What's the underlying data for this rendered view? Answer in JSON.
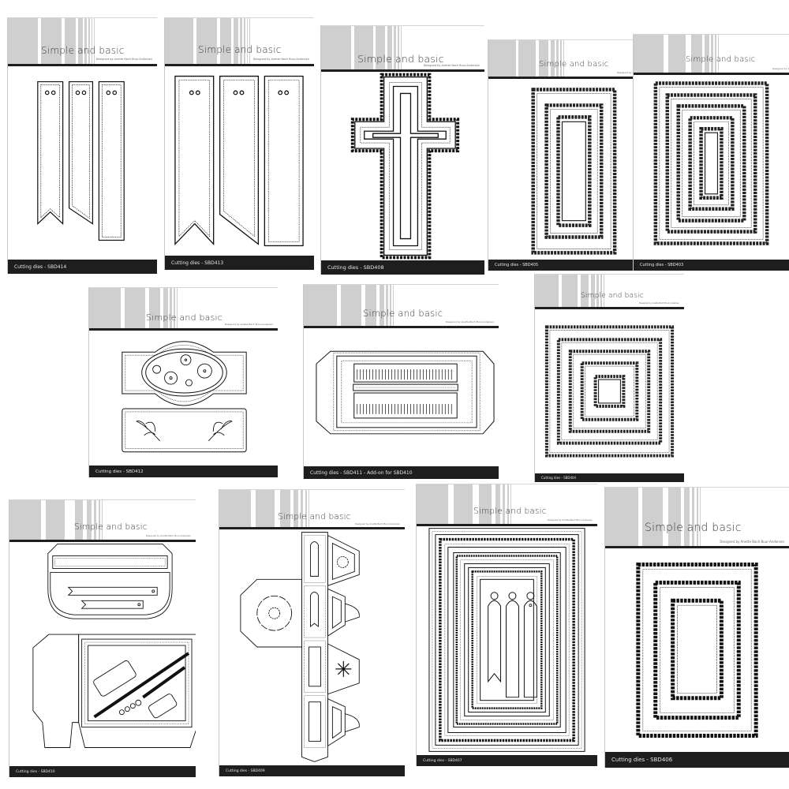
{
  "collage": {
    "brand": "Simple and basic",
    "designer": "Designed by Anette Bach Buur-Andersen",
    "colors": {
      "footer": "#1e1e1e",
      "stripe": "#cfcfcf",
      "line": "#111111"
    },
    "products": [
      {
        "code": "SBD414",
        "caption": "Cutting dies - SBD414",
        "design": "three slim bookmark tags with two holes (fishtail, slanted, straight ends)"
      },
      {
        "code": "SBD413",
        "caption": "Cutting dies - SBD413",
        "design": "three wide bookmark tags with two holes (fishtail, slanted, straight ends)"
      },
      {
        "code": "SBD408",
        "caption": "Cutting dies - SBD408",
        "design": "scalloped nested cross"
      },
      {
        "code": "SBD405",
        "caption": "Cutting dies - SBD405",
        "design": "three nested slim scalloped rectangles"
      },
      {
        "code": "SBD403",
        "caption": "Cutting dies - SBD403",
        "design": "five nested scalloped rectangles"
      },
      {
        "code": "SBD412",
        "caption": "Cutting dies - SBD412",
        "design": "oval label band with flowers and rectangle with leaf sprigs"
      },
      {
        "code": "SBD411",
        "caption": "Cutting dies - SBD411 - Add-on for SBD410",
        "design": "box lid insert with ribbed panels"
      },
      {
        "code": "SBD404",
        "caption": "Cutting dies - SBD404",
        "design": "five nested scalloped squares"
      },
      {
        "code": "SBD410",
        "caption": "Cutting dies - SBD410",
        "design": "pencil box net with tags, banners and pencils"
      },
      {
        "code": "SBD409",
        "caption": "Cutting dies - SBD409",
        "design": "lantern box net with flower and snowflake"
      },
      {
        "code": "SBD407",
        "caption": "Cutting dies - SBD407",
        "design": "nested stitched frames with three tall tags"
      },
      {
        "code": "SBD406",
        "caption": "Cutting dies - SBD406",
        "design": "three nested scalloped rectangles"
      }
    ]
  }
}
